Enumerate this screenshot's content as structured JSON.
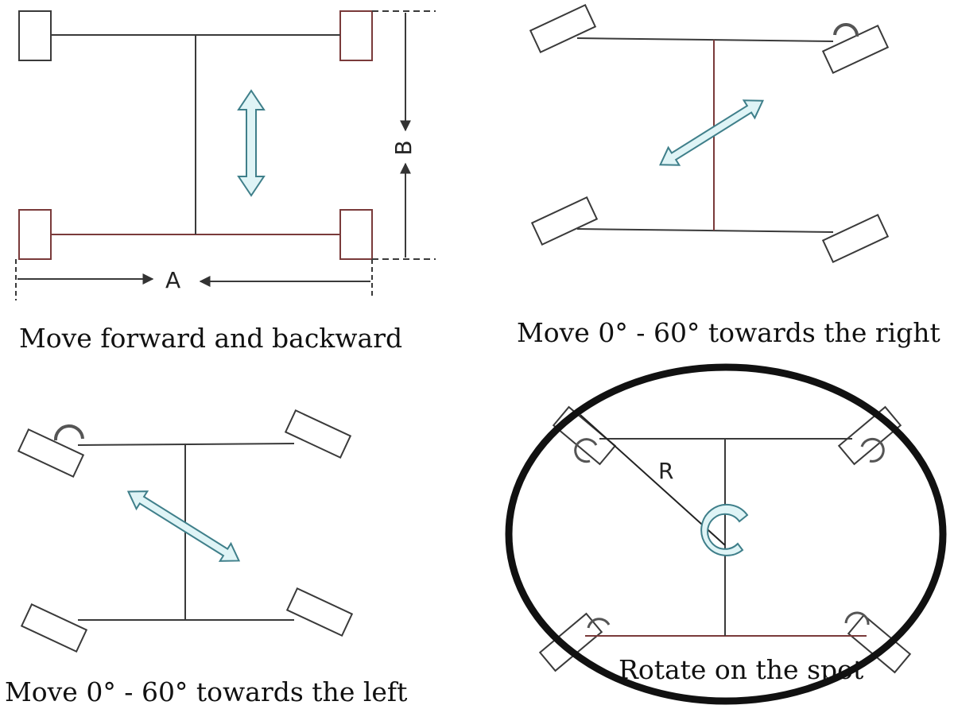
{
  "captions": {
    "forward_backward": "Move forward and backward",
    "right": "Move 0° - 60° towards the right",
    "left": "Move 0° - 60°  towards the left",
    "rotate": "Rotate on the spot"
  },
  "labels": {
    "a": "A",
    "b": "B",
    "r": "R"
  },
  "colors": {
    "line": "#3a3a3a",
    "axle_red": "#7a3a3a",
    "arrow_fill": "#dff4f6",
    "arrow_stroke": "#3f7f8a",
    "circle": "#111111"
  }
}
